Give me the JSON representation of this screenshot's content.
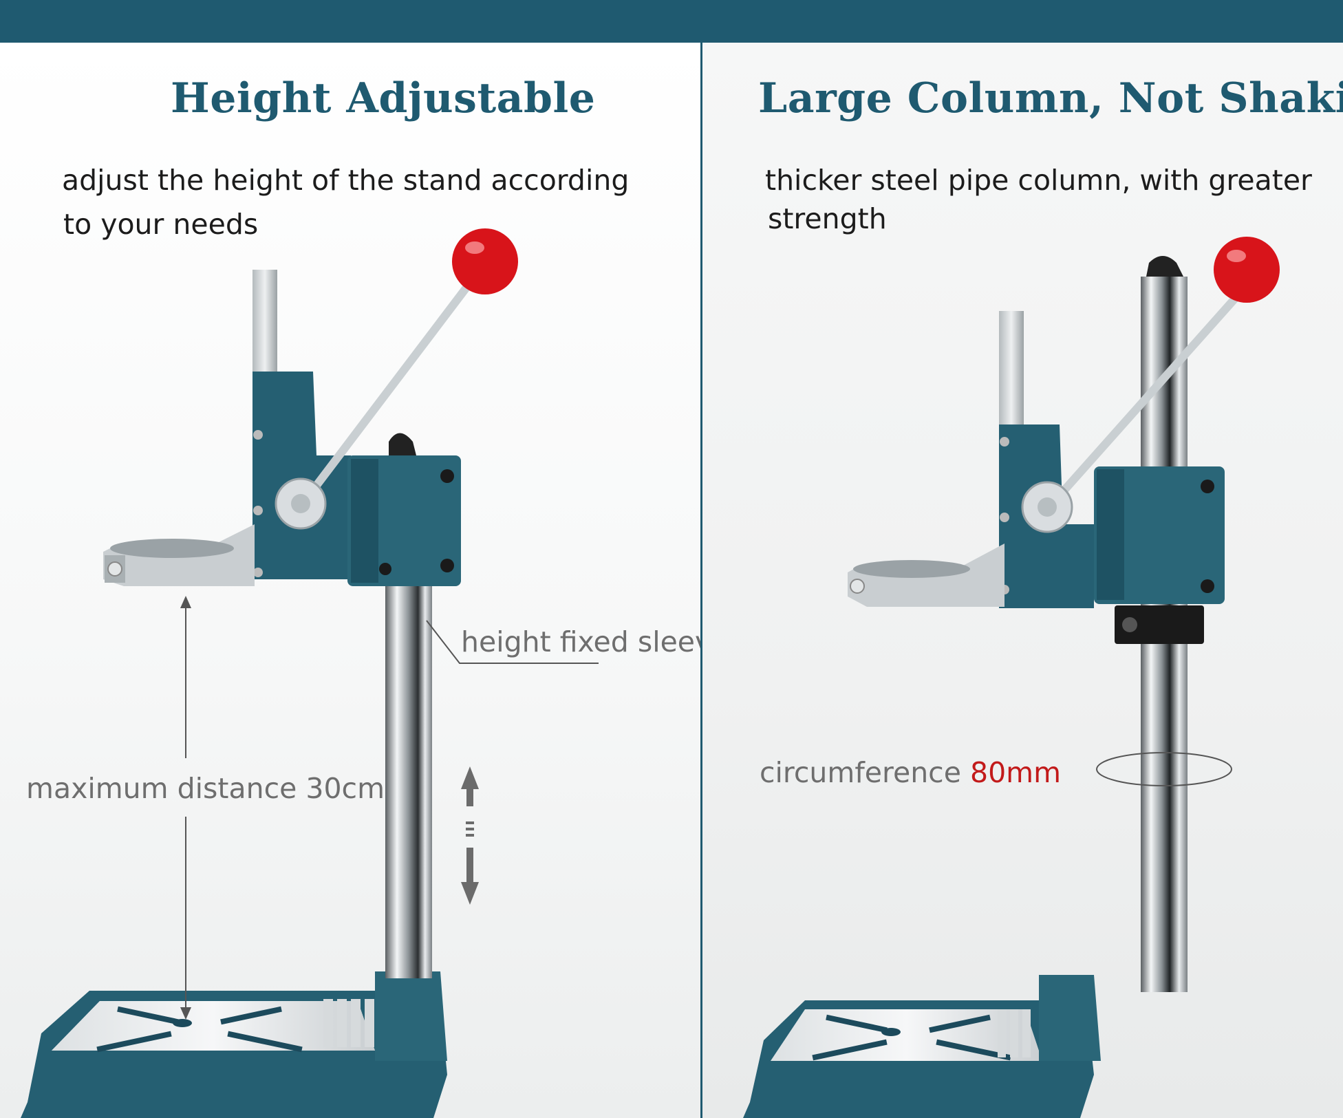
{
  "left_panel": {
    "title": "Height Adjustable",
    "description_line1": "adjust the height of the stand according",
    "description_line2": "to your needs",
    "callout_sleeve": "height fixed sleeve",
    "callout_distance": "maximum distance 30cm"
  },
  "right_panel": {
    "title": "Large Column, Not Shaking",
    "description_line1": "thicker steel pipe column, with greater",
    "description_line2": "strength",
    "callout_label": "circumference",
    "callout_value": "80mm"
  },
  "colors": {
    "brand_teal": "#1f5a70",
    "stand_body": "#255f72",
    "knob_red": "#d8141a",
    "highlight_red": "#c21a1a"
  }
}
